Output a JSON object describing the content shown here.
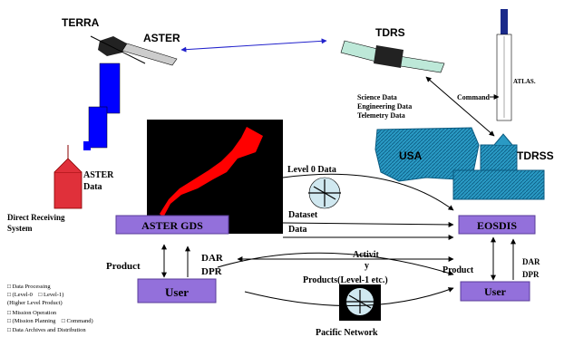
{
  "labels": {
    "terra": "TERRA",
    "aster_sat": "ASTER",
    "tdrs": "TDRS",
    "atlas": "ATLAS.",
    "command": "Command",
    "science_data": "Science Data",
    "engineering_data": "Engineering Data",
    "telemetry_data": "Telemetry Data",
    "usa": "USA",
    "tdrss": "TDRSS",
    "aster_data_1": "ASTER",
    "aster_data_2": "Data",
    "direct_receiving_1": "Direct Receiving",
    "direct_receiving_2": "System",
    "level0_data": "Level 0 Data",
    "dataset": "Dataset",
    "data": "Data",
    "activity_1": "Activit",
    "activity_2": "y",
    "products_level1": "Products(Level-1 etc.)",
    "pacific_network": "Pacific Network",
    "product_left": "Product",
    "product_right": "Product",
    "dar_left": "DAR",
    "dpr_left": "DPR",
    "dar_right": "DAR",
    "dpr_right": "DPR"
  },
  "boxes": {
    "aster_gds": "ASTER GDS",
    "eosdis": "EOSDIS",
    "user_left": "User",
    "user_right": "User"
  },
  "legend": [
    "□ Data Processing",
    "□ (Level-0　□ Level-1)",
    " (Higher Level Product)",
    "□ Mission Operation",
    "□ (Mission Planning　□ Command)",
    "□ Data Archives and Distribution"
  ],
  "colors": {
    "box_fill": "#9370db",
    "usa_fill": "#2a9ac4",
    "tdrss_fill": "#2a9ac4",
    "japan_red": "#ff0000",
    "terra_blue": "#0000ff",
    "aster_red": "#e0303a"
  }
}
